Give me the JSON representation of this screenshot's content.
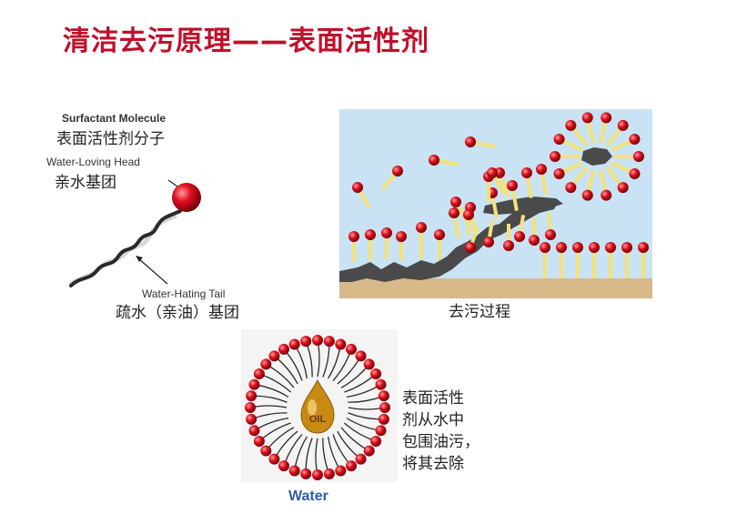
{
  "title": "清洁去污原理——表面活性剂",
  "molecule": {
    "label_en": "Surfactant Molecule",
    "label_cn": "表面活性剂分子",
    "head_en": "Water-Loving Head",
    "head_cn": "亲水基团",
    "tail_en": "Water-Hating Tail",
    "tail_cn": "疏水（亲油）基团"
  },
  "process": {
    "caption": "去污过程"
  },
  "micelle": {
    "center_text": "OIL",
    "description_lines": [
      "表面活性",
      "剂从水中",
      "包围油污，",
      "将其去除"
    ],
    "medium_label": "Water"
  },
  "colors": {
    "title": "#c0102a",
    "head": "#d8101c",
    "tail": "#f3e27a",
    "water_bg": "#c9e3f4",
    "ground": "#d7b98a",
    "grime": "#4a4a4a",
    "oil": "#c98a14"
  }
}
